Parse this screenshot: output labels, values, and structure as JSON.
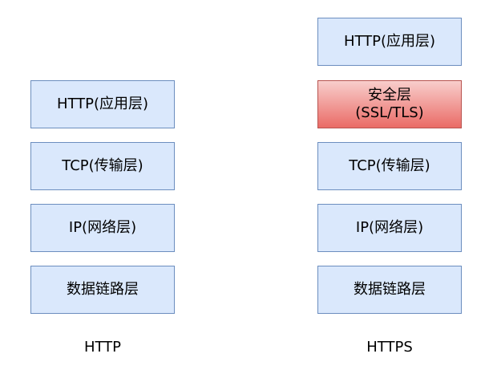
{
  "http_stack": {
    "label": "HTTP",
    "layers": [
      "HTTP(应用层)",
      "TCP(传输层)",
      "IP(网络层)",
      "数据链路层"
    ]
  },
  "https_stack": {
    "label": "HTTPS",
    "layers": [
      "HTTP(应用层)",
      "TCP(传输层)",
      "IP(网络层)",
      "数据链路层"
    ],
    "security_layer": {
      "line1": "安全层",
      "line2": "(SSL/TLS)",
      "colors": {
        "top": "#f8cecc",
        "bottom": "#ea6b66",
        "border": "#b85450"
      }
    }
  },
  "colors": {
    "layer_fill": "#dae8fc",
    "layer_border": "#6c8ebf"
  }
}
